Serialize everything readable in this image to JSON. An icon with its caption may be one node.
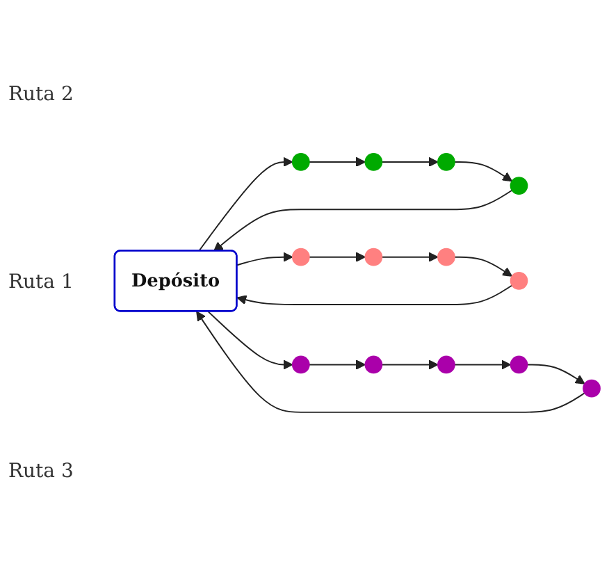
{
  "diagram": {
    "nodes": [
      {
        "text": [
          "Depósito"
        ]
      },
      {
        "text": [],
        "shape": "circle"
      },
      {
        "text": [],
        "shape": "circle"
      },
      {
        "text": [],
        "shape": "circle"
      },
      {
        "text": [],
        "shape": "circle"
      },
      {
        "text": [],
        "shape": "circle"
      },
      {
        "text": [],
        "shape": "circle"
      },
      {
        "text": [],
        "shape": "circle"
      },
      {
        "text": [],
        "shape": "circle"
      },
      {
        "text": [],
        "shape": "circle"
      },
      {
        "text": [],
        "shape": "circle"
      },
      {
        "text": [],
        "shape": "circle"
      },
      {
        "text": [],
        "shape": "circle"
      },
      {
        "text": [],
        "shape": "circle"
      }
    ],
    "edges": [
      {
        "from": 0,
        "to": 1,
        "arrow": "to"
      },
      {
        "from": 1,
        "to": 2,
        "arrow": "to"
      },
      {
        "from": 2,
        "to": 3,
        "arrow": "to"
      },
      {
        "from": 3,
        "to": 4,
        "arrow": "to"
      },
      {
        "from": 4,
        "to": 0,
        "arrow": "to"
      },
      {
        "from": 0,
        "to": 5,
        "arrow": "to"
      },
      {
        "from": 5,
        "to": 6,
        "arrow": "to"
      },
      {
        "from": 6,
        "to": 7,
        "arrow": "to"
      },
      {
        "from": 7,
        "to": 8,
        "arrow": "to"
      },
      {
        "from": 8,
        "to": 0,
        "arrow": "to"
      },
      {
        "from": 0,
        "to": 9,
        "arrow": "to"
      },
      {
        "from": 9,
        "to": 10,
        "arrow": "to"
      },
      {
        "from": 10,
        "to": 11,
        "arrow": "to"
      },
      {
        "from": 11,
        "to": 12,
        "arrow": "to"
      },
      {
        "from": 12,
        "to": 13,
        "arrow": "to"
      },
      {
        "from": 13,
        "to": 0,
        "arrow": "to"
      }
    ],
    "labels": [
      "Ruta 2",
      "Ruta 1",
      "Ruta 3"
    ]
  }
}
